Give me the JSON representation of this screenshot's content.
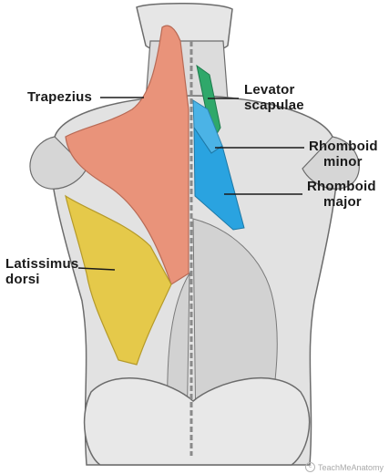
{
  "labels": {
    "trapezius": "Trapezius",
    "levator_scapulae": [
      "Levator",
      "scapulae"
    ],
    "rhomboid_minor": [
      "Rhomboid",
      "minor"
    ],
    "rhomboid_major": [
      "Rhomboid",
      "major"
    ],
    "latissimus_dorsi": [
      "Latissimus",
      "dorsi"
    ]
  },
  "credit": "TeachMeAnatomy",
  "colors": {
    "trapezius": "#e9937a",
    "levator_scapulae": "#2fa86a",
    "rhomboid_minor": "#4bb3e6",
    "rhomboid_major": "#2aa3e0",
    "latissimus_dorsi": "#e5c94a",
    "outline": "#6c6c6c",
    "shading": "#c9c9c9"
  }
}
